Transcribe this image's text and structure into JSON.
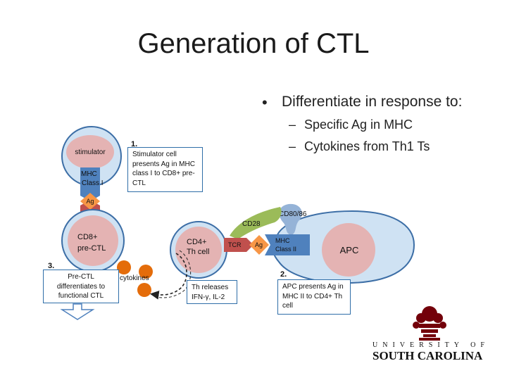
{
  "slide": {
    "title": "Generation of CTL",
    "bullets": [
      {
        "text": "Differentiate in response to:",
        "sub": [
          "Specific Ag in MHC",
          "Cytokines from Th1 Ts"
        ]
      }
    ]
  },
  "diagram": {
    "stimulator": "stimulator",
    "mhc_class1": [
      "MHC",
      "Class I"
    ],
    "ag": "Ag",
    "cd8": [
      "CD8+",
      "pre-CTL"
    ],
    "cd4": [
      "CD4+",
      "Th cell"
    ],
    "tcr": "TCR",
    "cd28": "CD28",
    "cd80": "CD80/86",
    "mhc_class2": [
      "MHC",
      "Class II"
    ],
    "apc": "APC",
    "cytokines": "cytokines",
    "step1": {
      "num": "1.",
      "text": "Stimulator cell presents Ag in MHC class I to CD8+ pre-CTL"
    },
    "step2": {
      "num": "2.",
      "text": "APC presents Ag in MHC II to CD4+ Th cell"
    },
    "step3": {
      "num": "3.",
      "text": "Pre-CTL differentiates to functional CTL"
    },
    "th_box": "Th releases IFN-γ, IL-2"
  },
  "logo": {
    "line1": "UNIVERSITY OF",
    "line2": "SOUTH CAROLINA"
  },
  "colors": {
    "cell_fill": "#e4b3b3",
    "cell_ring": "#cfe2f3",
    "cell_stroke": "#3c6ea6",
    "mhc_red": "#c0504d",
    "mhc_blue": "#4f81bd",
    "ag_orange": "#f79646",
    "cd28_green": "#9bbb59",
    "cd80_blue": "#95b3d7",
    "cytokine": "#e46c0a",
    "usc_garnet": "#73000a"
  }
}
